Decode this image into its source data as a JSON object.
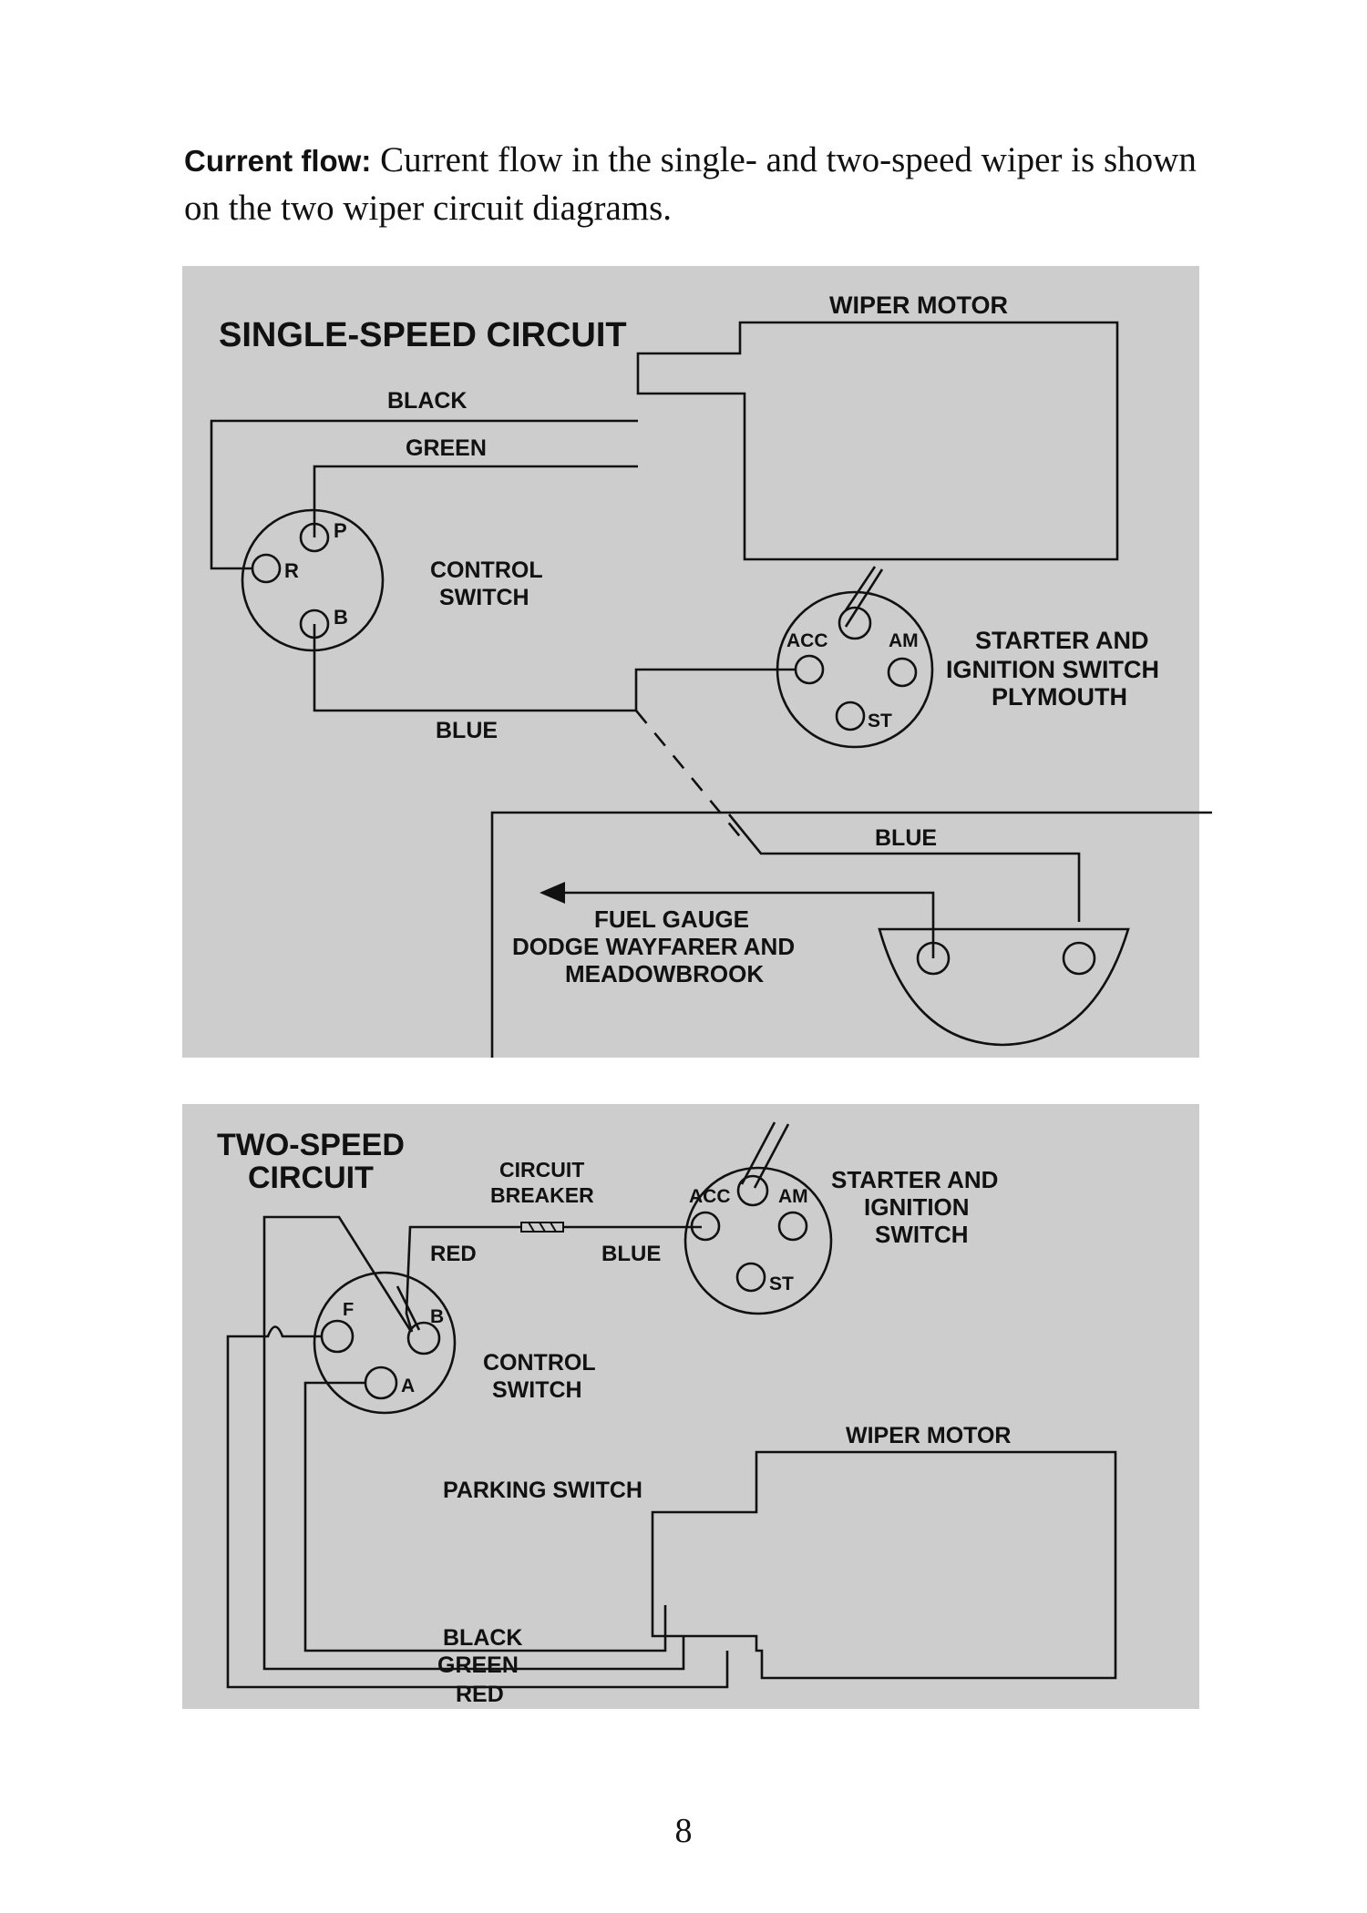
{
  "intro": {
    "lead": "Current flow:",
    "text": " Current flow in the single- and two-speed wiper is shown on the two wiper circuit diagrams."
  },
  "single_speed": {
    "title": "SINGLE-SPEED CIRCUIT",
    "wire_black": "BLACK",
    "wire_green": "GREEN",
    "wire_blue_1": "BLUE",
    "wire_blue_2": "BLUE",
    "wiper_motor": "WIPER MOTOR",
    "control_switch_line1": "CONTROL",
    "control_switch_line2": "SWITCH",
    "terminal_p": "P",
    "terminal_r": "R",
    "terminal_b": "B",
    "ignition_line1": "STARTER AND",
    "ignition_line2": "IGNITION SWITCH",
    "ignition_line3": "PLYMOUTH",
    "acc": "ACC",
    "am": "AM",
    "st": "ST",
    "fuel_gauge_line1": "FUEL GAUGE",
    "fuel_gauge_line2": "DODGE WAYFARER AND",
    "fuel_gauge_line3": "MEADOWBROOK"
  },
  "two_speed": {
    "title_line1": "TWO-SPEED",
    "title_line2": "CIRCUIT",
    "breaker_line1": "CIRCUIT",
    "breaker_line2": "BREAKER",
    "wire_red": "RED",
    "wire_blue": "BLUE",
    "terminal_f": "F",
    "terminal_b": "B",
    "terminal_a": "A",
    "acc": "ACC",
    "am": "AM",
    "st": "ST",
    "ignition_line1": "STARTER AND",
    "ignition_line2": "IGNITION",
    "ignition_line3": "SWITCH",
    "control_switch_line1": "CONTROL",
    "control_switch_line2": "SWITCH",
    "wiper_motor": "WIPER MOTOR",
    "parking_switch": "PARKING SWITCH",
    "wire_black": "BLACK",
    "wire_green": "GREEN",
    "wire_red_bottom": "RED"
  },
  "page_number": "8"
}
